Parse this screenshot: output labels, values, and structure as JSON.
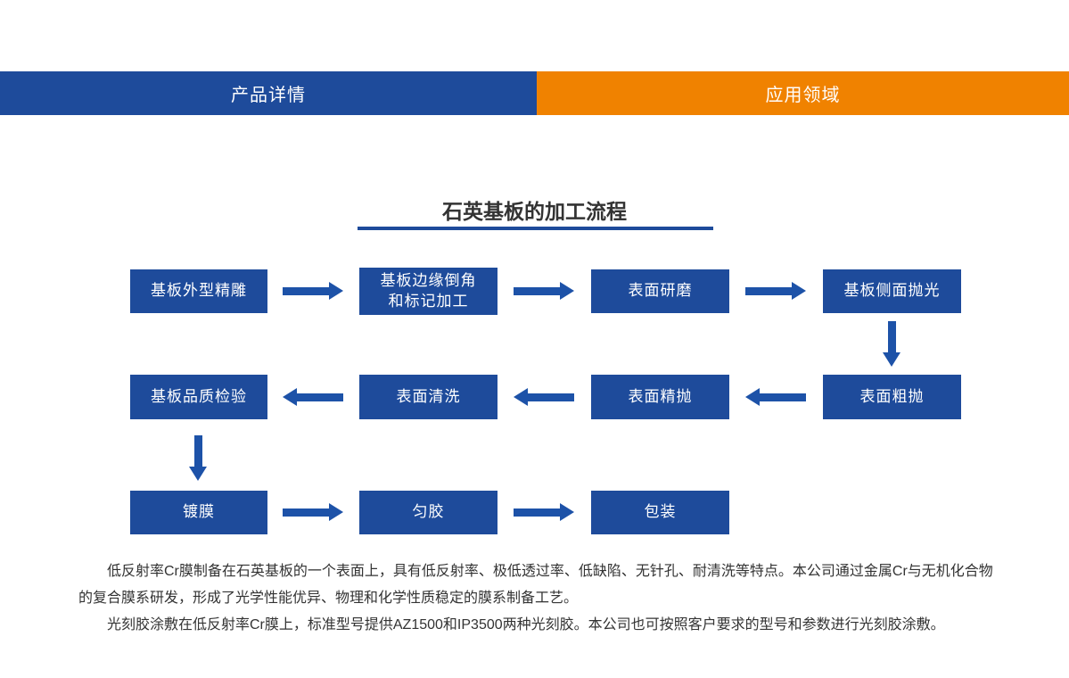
{
  "tabs": [
    {
      "label": "产品详情",
      "color": "#1e4b9b"
    },
    {
      "label": "应用领域",
      "color": "#f08200"
    }
  ],
  "flowchart": {
    "title": "石英基板的加工流程",
    "nodes": [
      "基板外型精雕",
      "基板边缘倒角\n和标记加工",
      "表面研磨",
      "基板侧面抛光",
      "表面粗抛",
      "表面精抛",
      "表面清洗",
      "基板品质检验",
      "镀膜",
      "匀胶",
      "包装"
    ]
  },
  "description": {
    "paragraphs": [
      "低反射率Cr膜制备在石英基板的一个表面上，具有低反射率、极低透过率、低缺陷、无针孔、耐清洗等特点。本公司通过金属Cr与无机化合物的复合膜系研发，形成了光学性能优异、物理和化学性质稳定的膜系制备工艺。",
      "光刻胶涂敷在低反射率Cr膜上，标准型号提供AZ1500和IP3500两种光刻胶。本公司也可按照客户要求的型号和参数进行光刻胶涂敷。"
    ]
  },
  "colors": {
    "primary_blue": "#1e4b9b",
    "accent_orange": "#f08200",
    "arrow_blue": "#1d52a8",
    "text_dark": "#333333"
  }
}
